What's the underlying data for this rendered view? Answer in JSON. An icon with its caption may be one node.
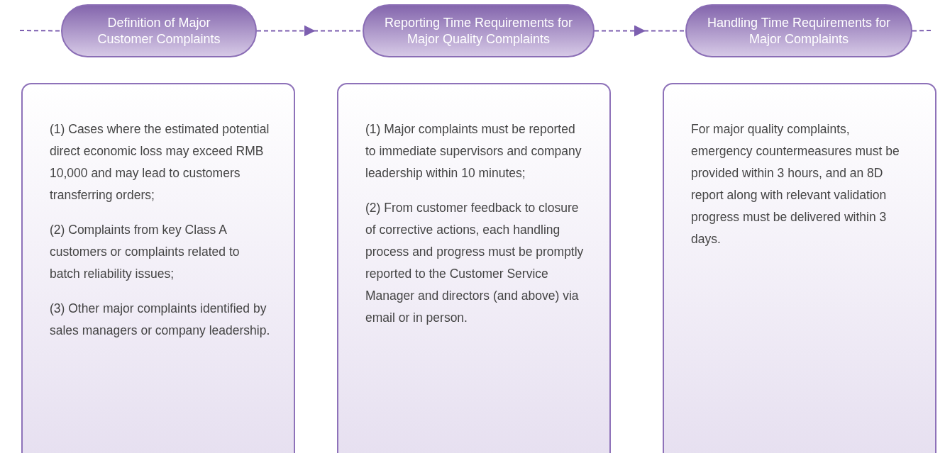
{
  "diagram": {
    "nodes": [
      {
        "text": [
          "Definition of Major Customer Complaints"
        ]
      },
      {
        "text": [
          "Reporting Time Requirements for Major Quality Complaints"
        ]
      },
      {
        "text": [
          "Handling Time Requirements for Major Complaints"
        ]
      },
      {
        "text": [
          "(1) Cases where the estimated potential direct economic loss may exceed RMB 10,000 and may lead to customers transferring orders;",
          "(2) Complaints from key Class A customers or complaints related to batch reliability issues;",
          "(3) Other major complaints identified by sales managers or company leadership."
        ]
      },
      {
        "text": [
          "(1) Major complaints must be reported to immediate supervisors and company leadership within 10 minutes;",
          "(2) From customer feedback to closure of corrective actions, each handling process and progress must be promptly reported to the Customer Service Manager and directors (and above) via email or in person."
        ]
      },
      {
        "text": [
          "For major quality complaints, emergency countermeasures must be provided within 3 hours, and an 8D report along with relevant validation progress must be delivered within 3 days."
        ]
      }
    ],
    "edges": [
      {
        "from": null,
        "to": 0,
        "arrow": "none",
        "style": "dashed"
      },
      {
        "from": 0,
        "to": 1,
        "arrow": "to",
        "style": "dashed"
      },
      {
        "from": 1,
        "to": 2,
        "arrow": "to",
        "style": "dashed"
      },
      {
        "from": 2,
        "to": null,
        "arrow": "none",
        "style": "dashed"
      }
    ]
  }
}
